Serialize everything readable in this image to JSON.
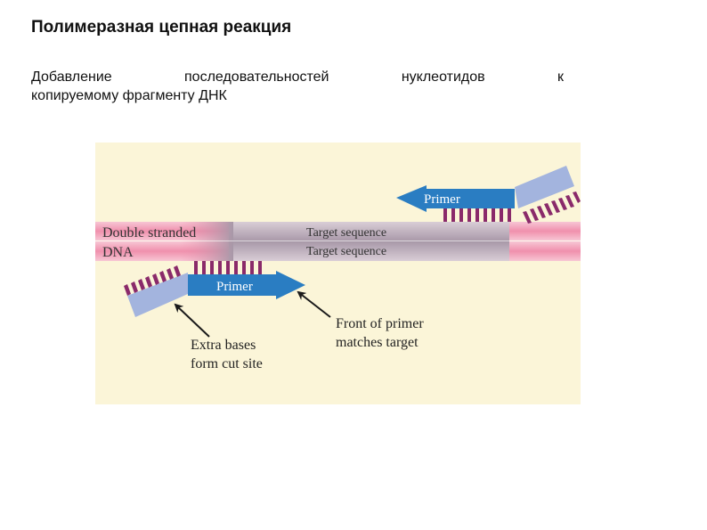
{
  "slide": {
    "title": "Полимеразная цепная реакция",
    "body_line1_words": [
      "Добавление",
      "последовательностей",
      "нуклеотидов",
      "к"
    ],
    "body_line2": "копируемому фрагменту ДНК"
  },
  "diagram": {
    "label_double_stranded": "Double stranded",
    "label_dna": "DNA",
    "target_sequence_top": "Target sequence",
    "target_sequence_bottom": "Target sequence",
    "primer_top": "Primer",
    "primer_bottom": "Primer",
    "annotation_extra_bases_line1": "Extra bases",
    "annotation_extra_bases_line2": "form cut site",
    "annotation_front_primer_line1": "Front of primer",
    "annotation_front_primer_line2": "matches target"
  },
  "colors": {
    "panel_background": "#fbf5d8",
    "dna_strand": "#f4a9c0",
    "target_region": "#b8a8b8",
    "primer_arrow": "#2a7dc2",
    "primer_tail": "#a3b4de",
    "base_ticks": "#8a2a6a"
  }
}
